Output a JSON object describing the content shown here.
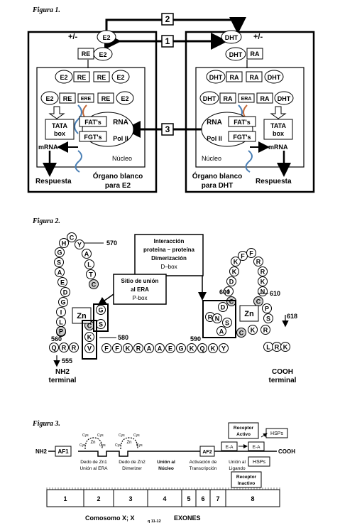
{
  "fig1": {
    "caption": "Figura 1.",
    "arrow_labels": [
      "2",
      "1",
      "3"
    ],
    "left_sign": "+/-",
    "right_sign": "+/-",
    "e2": "E2",
    "dht": "DHT",
    "re": "RE",
    "ra": "RA",
    "ere": "ERE",
    "era": "ERA",
    "tata": "TATA",
    "box": "box",
    "fats": "FAT's",
    "fgts": "FGT's",
    "rna": "RNA",
    "pol": "Pol II",
    "mrna": "mRNA",
    "nucleo": "Núcleo",
    "respuesta": "Respuesta",
    "organo_e2_1": "Órgano blanco",
    "organo_e2_2": "para E2",
    "organo_dht_1": "Órgano blanco",
    "organo_dht_2": "para DHT"
  },
  "fig2": {
    "caption": "Figura 2.",
    "box1": [
      "Interacción",
      "proteína – proteína",
      "Dimerización",
      "D–box"
    ],
    "box2": [
      "Sitio de unión",
      "al ERA",
      "P-box"
    ],
    "n570": "570",
    "n600": "600",
    "n610": "610",
    "n560": "560",
    "n555": "555",
    "n580": "580",
    "n590": "590",
    "n618": "618",
    "zn": "Zn",
    "nh2": [
      "NH2",
      "terminal"
    ],
    "cooh": [
      "COOH",
      "terminal"
    ],
    "loop1": [
      "C",
      "H",
      "G",
      "S",
      "A",
      "E",
      "D",
      "G",
      "I",
      "L",
      "P",
      "Q",
      "R"
    ],
    "loop1_right": [
      "Y",
      "A",
      "L",
      "T",
      "C"
    ],
    "stem1": [
      "G",
      "S",
      "C",
      "K",
      "V"
    ],
    "loop2": [
      "K",
      "F",
      "F",
      "R",
      "R",
      "K",
      "N",
      "C",
      "P",
      "S",
      "R",
      "L",
      "R",
      "K"
    ],
    "loop2_left": [
      "K",
      "D",
      "I",
      "C",
      "C",
      "K"
    ],
    "box_ddr": [
      "R",
      "D",
      "N",
      "S",
      "A"
    ],
    "linker": [
      "F",
      "F",
      "K",
      "R",
      "A",
      "A",
      "E",
      "G",
      "K",
      "Q",
      "K",
      "Y"
    ]
  },
  "fig3": {
    "caption": "Figura 3.",
    "nh2": "NH2",
    "cooh": "COOH",
    "af1": "AF1",
    "af2": "AF2",
    "zn": "Zn",
    "cys": "Cys",
    "dedo1": [
      "Dedo de Zn1",
      "Unión al ERA"
    ],
    "dedo2": [
      "Dedo de Zn2",
      "Dimerizer"
    ],
    "union_nucleo": [
      "Unión al",
      "Núcleo"
    ],
    "activacion": [
      "Activación de",
      "Transcripción"
    ],
    "union_ligando": [
      "Unión al",
      "Ligando"
    ],
    "receptor_activo": [
      "Receptor",
      "Activo"
    ],
    "receptor_inactivo": [
      "Receptor",
      "Inactivo"
    ],
    "hsps": "HSPs",
    "ea": "E-A",
    "exons": [
      "1",
      "2",
      "3",
      "4",
      "5",
      "6",
      "7",
      "8"
    ],
    "footer_left": "Comosomo X; X",
    "footer_sub": "q 11-12",
    "footer_right": "EXONES"
  }
}
